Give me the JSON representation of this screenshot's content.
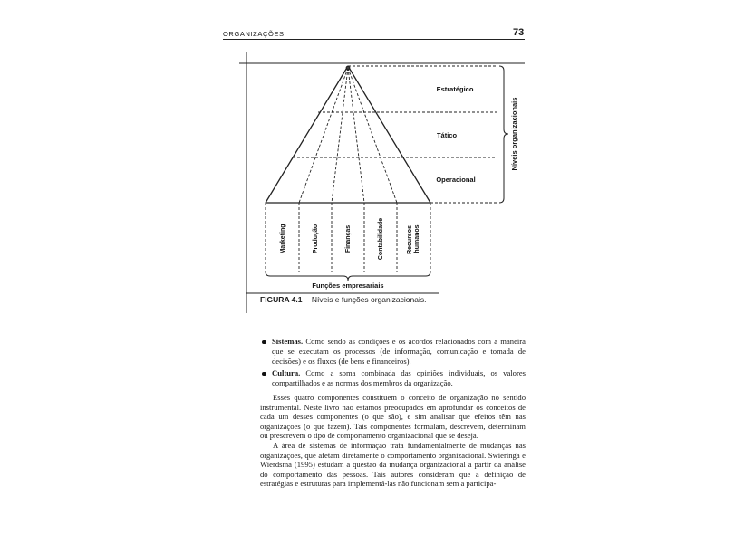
{
  "header": {
    "running_title": "ORGANIZAÇÕES",
    "page_number": "73"
  },
  "figure": {
    "levels": [
      "Estratégico",
      "Tático",
      "Operacional"
    ],
    "levels_axis_label": "Níveis organizacionais",
    "functions": [
      "Marketing",
      "Produção",
      "Finanças",
      "Contabilidade",
      "Recursos humanos"
    ],
    "functions_axis_label": "Funções empresariais",
    "caption_label": "FIGURA 4.1",
    "caption_text": "Níveis e funções organizacionais."
  },
  "bullets": [
    {
      "term": "Sistemas.",
      "text": "Como sendo as condições e os acordos relacionados com a maneira que se executam os processos (de informação, comunicação e tomada de decisões) e os fluxos (de bens e financeiros)."
    },
    {
      "term": "Cultura.",
      "text": "Como a soma combinada das opiniões individuais, os valores compartilhados e as normas dos membros da organização."
    }
  ],
  "paragraphs": [
    "Esses quatro componentes constituem o conceito de organização no sentido instrumental. Neste livro não estamos preocupados em aprofundar os conceitos de cada um desses componentes (o que são), e sim analisar que efeitos têm nas organizações (o que fazem). Tais componentes formulam, descrevem, determinam ou prescrevem o tipo de comportamento organizacional que se deseja.",
    "A área de sistemas de informação trata fundamentalmente de mudanças nas organizações, que afetam diretamente o comportamento organizacional. Swieringa e Wierdsma (1995) estudam a questão da mudança organizacional a partir da análise do comportamento das pessoas. Tais autores consideram que a definição de estratégias e estruturas para implementá-las não funcionam sem a participa-"
  ]
}
